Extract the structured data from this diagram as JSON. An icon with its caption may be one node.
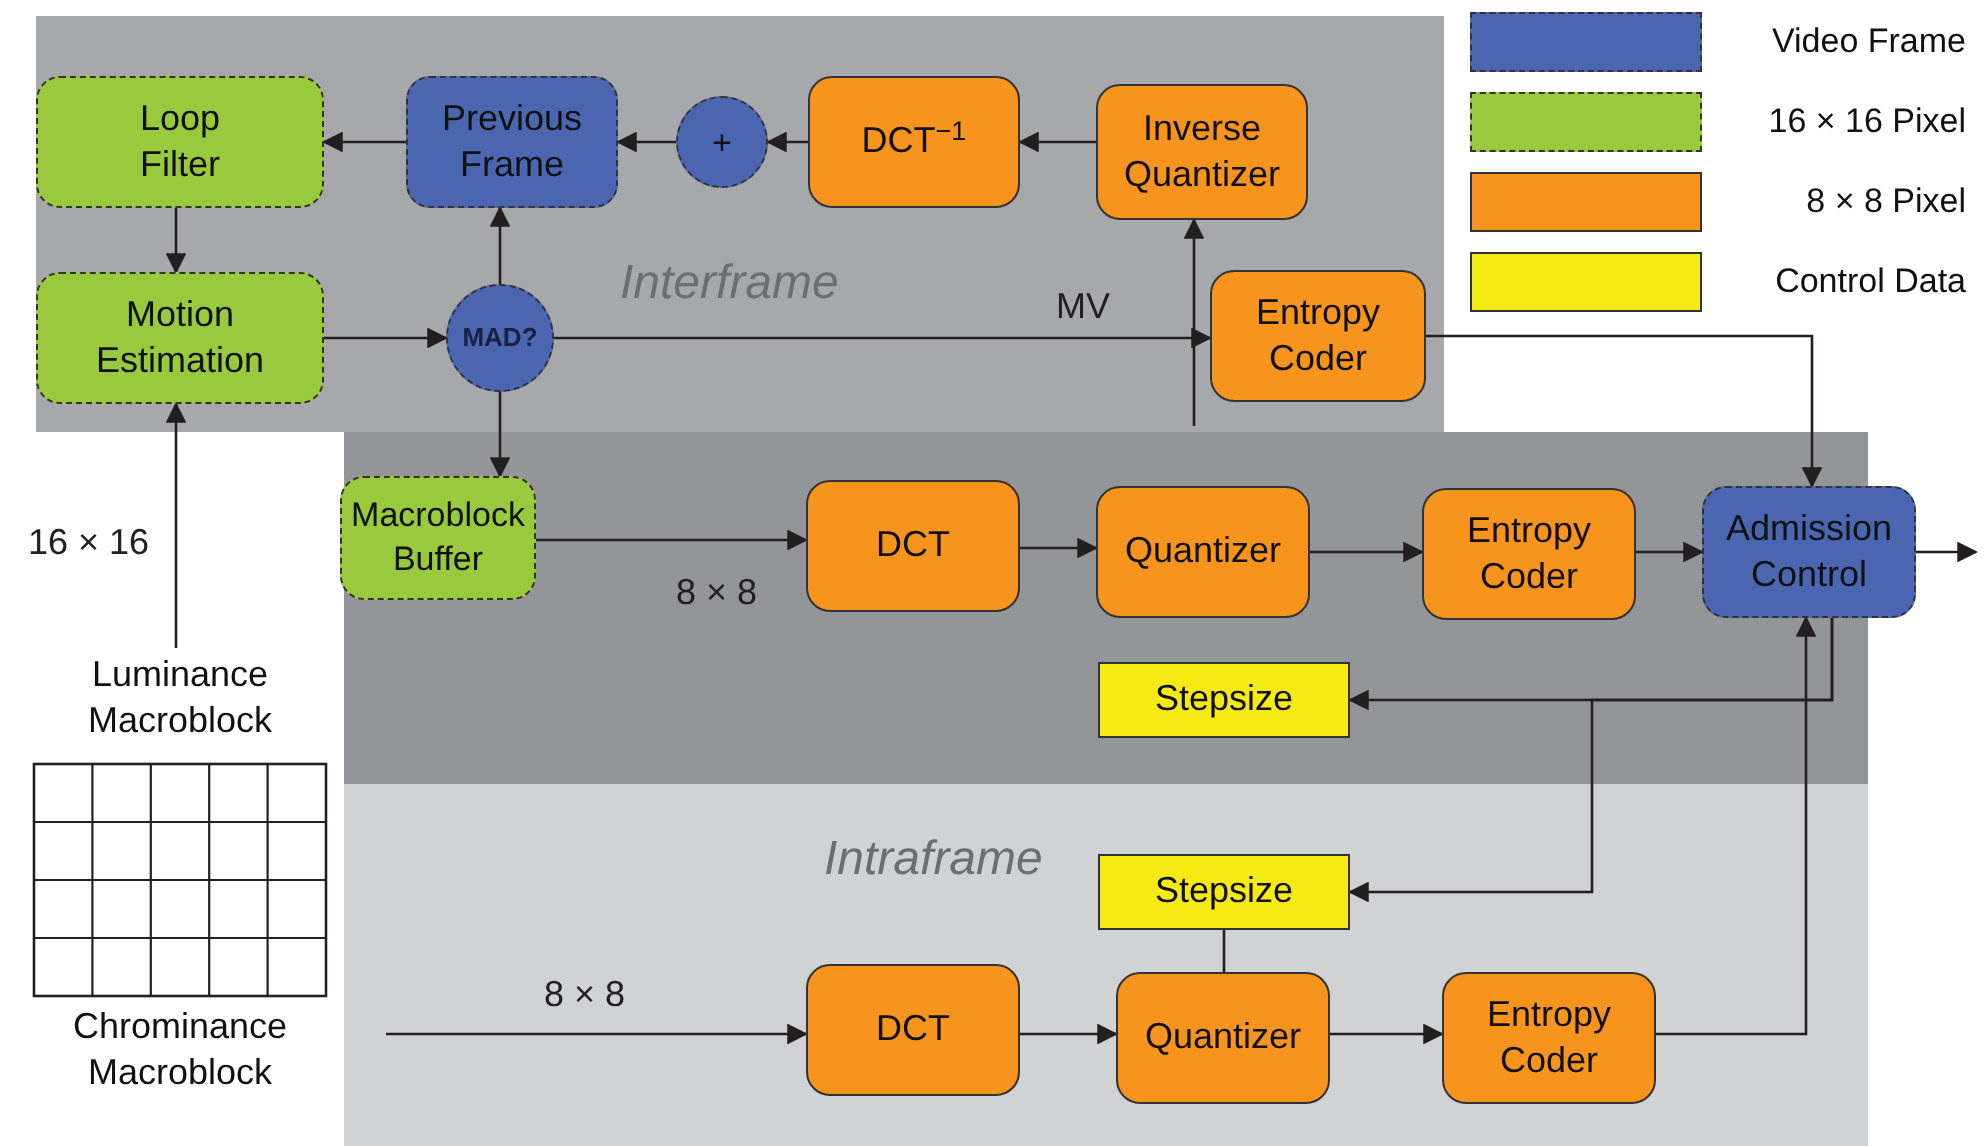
{
  "diagram": {
    "nodes": [
      {
        "text": [
          "Interframe"
        ]
      },
      {
        "text": [
          "Loop Filter"
        ],
        "in": 0
      },
      {
        "text": [
          "Previous Frame"
        ],
        "in": 0
      },
      {
        "text": [
          "+"
        ],
        "in": 0
      },
      {
        "text": [
          "DCT$^{−1}$"
        ],
        "in": 0
      },
      {
        "text": [
          "Inverse Quantizer"
        ],
        "in": 0
      },
      {
        "text": [
          "Motion Estimation"
        ],
        "in": 0
      },
      {
        "text": [
          "MAD?"
        ],
        "in": 0
      },
      {
        "text": [
          "Entropy Coder"
        ],
        "in": 0
      },
      {
        "text": [
          "Macroblock Buffer"
        ]
      },
      {
        "text": [
          "DCT"
        ]
      },
      {
        "text": [
          "Quantizer"
        ]
      },
      {
        "text": [
          "Entropy Coder"
        ]
      },
      {
        "text": [
          "Admission Control"
        ]
      },
      {
        "text": [
          "Stepsize"
        ]
      },
      {
        "text": [
          "Intraframe"
        ]
      },
      {
        "text": [
          "Stepsize"
        ],
        "in": 15
      },
      {
        "text": [
          "DCT"
        ],
        "in": 15
      },
      {
        "text": [
          "Quantizer"
        ],
        "in": 15
      },
      {
        "text": [
          "Entropy Coder"
        ],
        "in": 15
      },
      {
        "text": [
          "Luminance Macroblock"
        ]
      }
    ],
    "edges": [
      {
        "from": 2,
        "to": 1,
        "arrow": "to"
      },
      {
        "from": 3,
        "to": 2,
        "arrow": "to"
      },
      {
        "from": 4,
        "to": 3,
        "arrow": "to"
      },
      {
        "from": 5,
        "to": 4,
        "arrow": "to"
      },
      {
        "from": 1,
        "to": 6,
        "arrow": "to"
      },
      {
        "from": 6,
        "to": 7,
        "arrow": "to"
      },
      {
        "from": 7,
        "to": 2,
        "arrow": "to"
      },
      {
        "from": 7,
        "to": 8,
        "arrow": "to",
        "label": "MV"
      },
      {
        "from": 7,
        "to": 9,
        "arrow": "to"
      },
      {
        "from": 20,
        "to": 6,
        "arrow": "to",
        "label": "16 × 16"
      },
      {
        "from": 9,
        "to": 10,
        "arrow": "to",
        "label": "8 × 8"
      },
      {
        "from": 10,
        "to": 11,
        "arrow": "to"
      },
      {
        "from": 11,
        "to": 12,
        "arrow": "to"
      },
      {
        "from": 12,
        "to": 13,
        "arrow": "to"
      },
      {
        "from": 13,
        "to": null,
        "arrow": "to"
      },
      {
        "from": 8,
        "to": 13,
        "arrow": "to"
      },
      {
        "from": 13,
        "to": 14,
        "arrow": "to"
      },
      {
        "from": 13,
        "to": 16,
        "arrow": "to"
      },
      {
        "from": 16,
        "to": 18,
        "arrow": "none"
      },
      {
        "from": null,
        "to": 17,
        "arrow": "to",
        "label": "8 × 8"
      },
      {
        "from": 17,
        "to": 18,
        "arrow": "to"
      },
      {
        "from": 18,
        "to": 19,
        "arrow": "to"
      },
      {
        "from": 19,
        "to": 13,
        "arrow": "to"
      },
      {
        "from": null,
        "to": 5,
        "arrow": "to"
      }
    ],
    "labels": [
      "Chrominance Macroblock"
    ],
    "legend": [
      {
        "text": "Video Frame",
        "color": "#4a66b0"
      },
      {
        "text": "16 × 16 Pixel",
        "color": "#99c93c"
      },
      {
        "text": "8 × 8 Pixel",
        "color": "#f7941d"
      },
      {
        "text": "Control Data",
        "color": "#f5ea14"
      }
    ]
  }
}
